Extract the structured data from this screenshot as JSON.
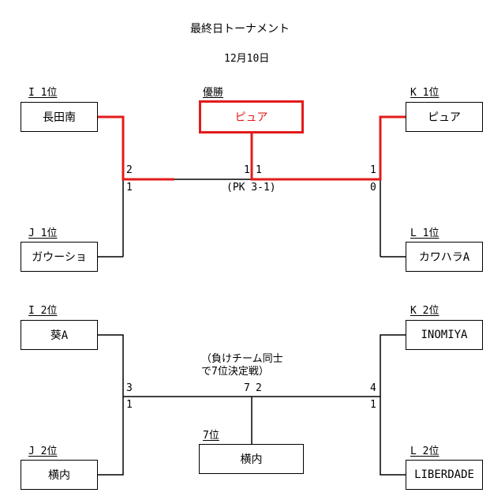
{
  "title": "最終日トーナメント",
  "date": "12月10日",
  "top": {
    "champion_label": "優勝",
    "champion": "ピュア",
    "left_upper": {
      "label": "I 1位",
      "team": "長田南"
    },
    "left_lower": {
      "label": "J 1位",
      "team": "ガウーショ"
    },
    "right_upper": {
      "label": "K 1位",
      "team": "ピュア"
    },
    "right_lower": {
      "label": "L 1位",
      "team": "カワハラA"
    },
    "scores": {
      "left_semi_upper": "2",
      "left_semi_lower": "1",
      "final_left": "1",
      "final_right": "1",
      "right_semi_upper": "1",
      "right_semi_lower": "0"
    },
    "pk_note": "(PK 3-1)"
  },
  "bottom": {
    "left_upper": {
      "label": "I 2位",
      "team": "葵A"
    },
    "left_lower": {
      "label": "J 2位",
      "team": "横内"
    },
    "right_upper": {
      "label": "K 2位",
      "team": "INOMIYA"
    },
    "right_lower": {
      "label": "L 2位",
      "team": "LIBERDADE"
    },
    "note_line1": "（負けチーム同士",
    "note_line2": "で7位決定戦）",
    "scores": {
      "left_semi_upper": "3",
      "left_semi_lower": "1",
      "final_left": "7",
      "final_right": "2",
      "right_semi_upper": "4",
      "right_semi_lower": "1"
    },
    "seventh_label": "7位",
    "seventh": "横内"
  },
  "colors": {
    "winner": "#e31b1b",
    "line": "#000000"
  }
}
